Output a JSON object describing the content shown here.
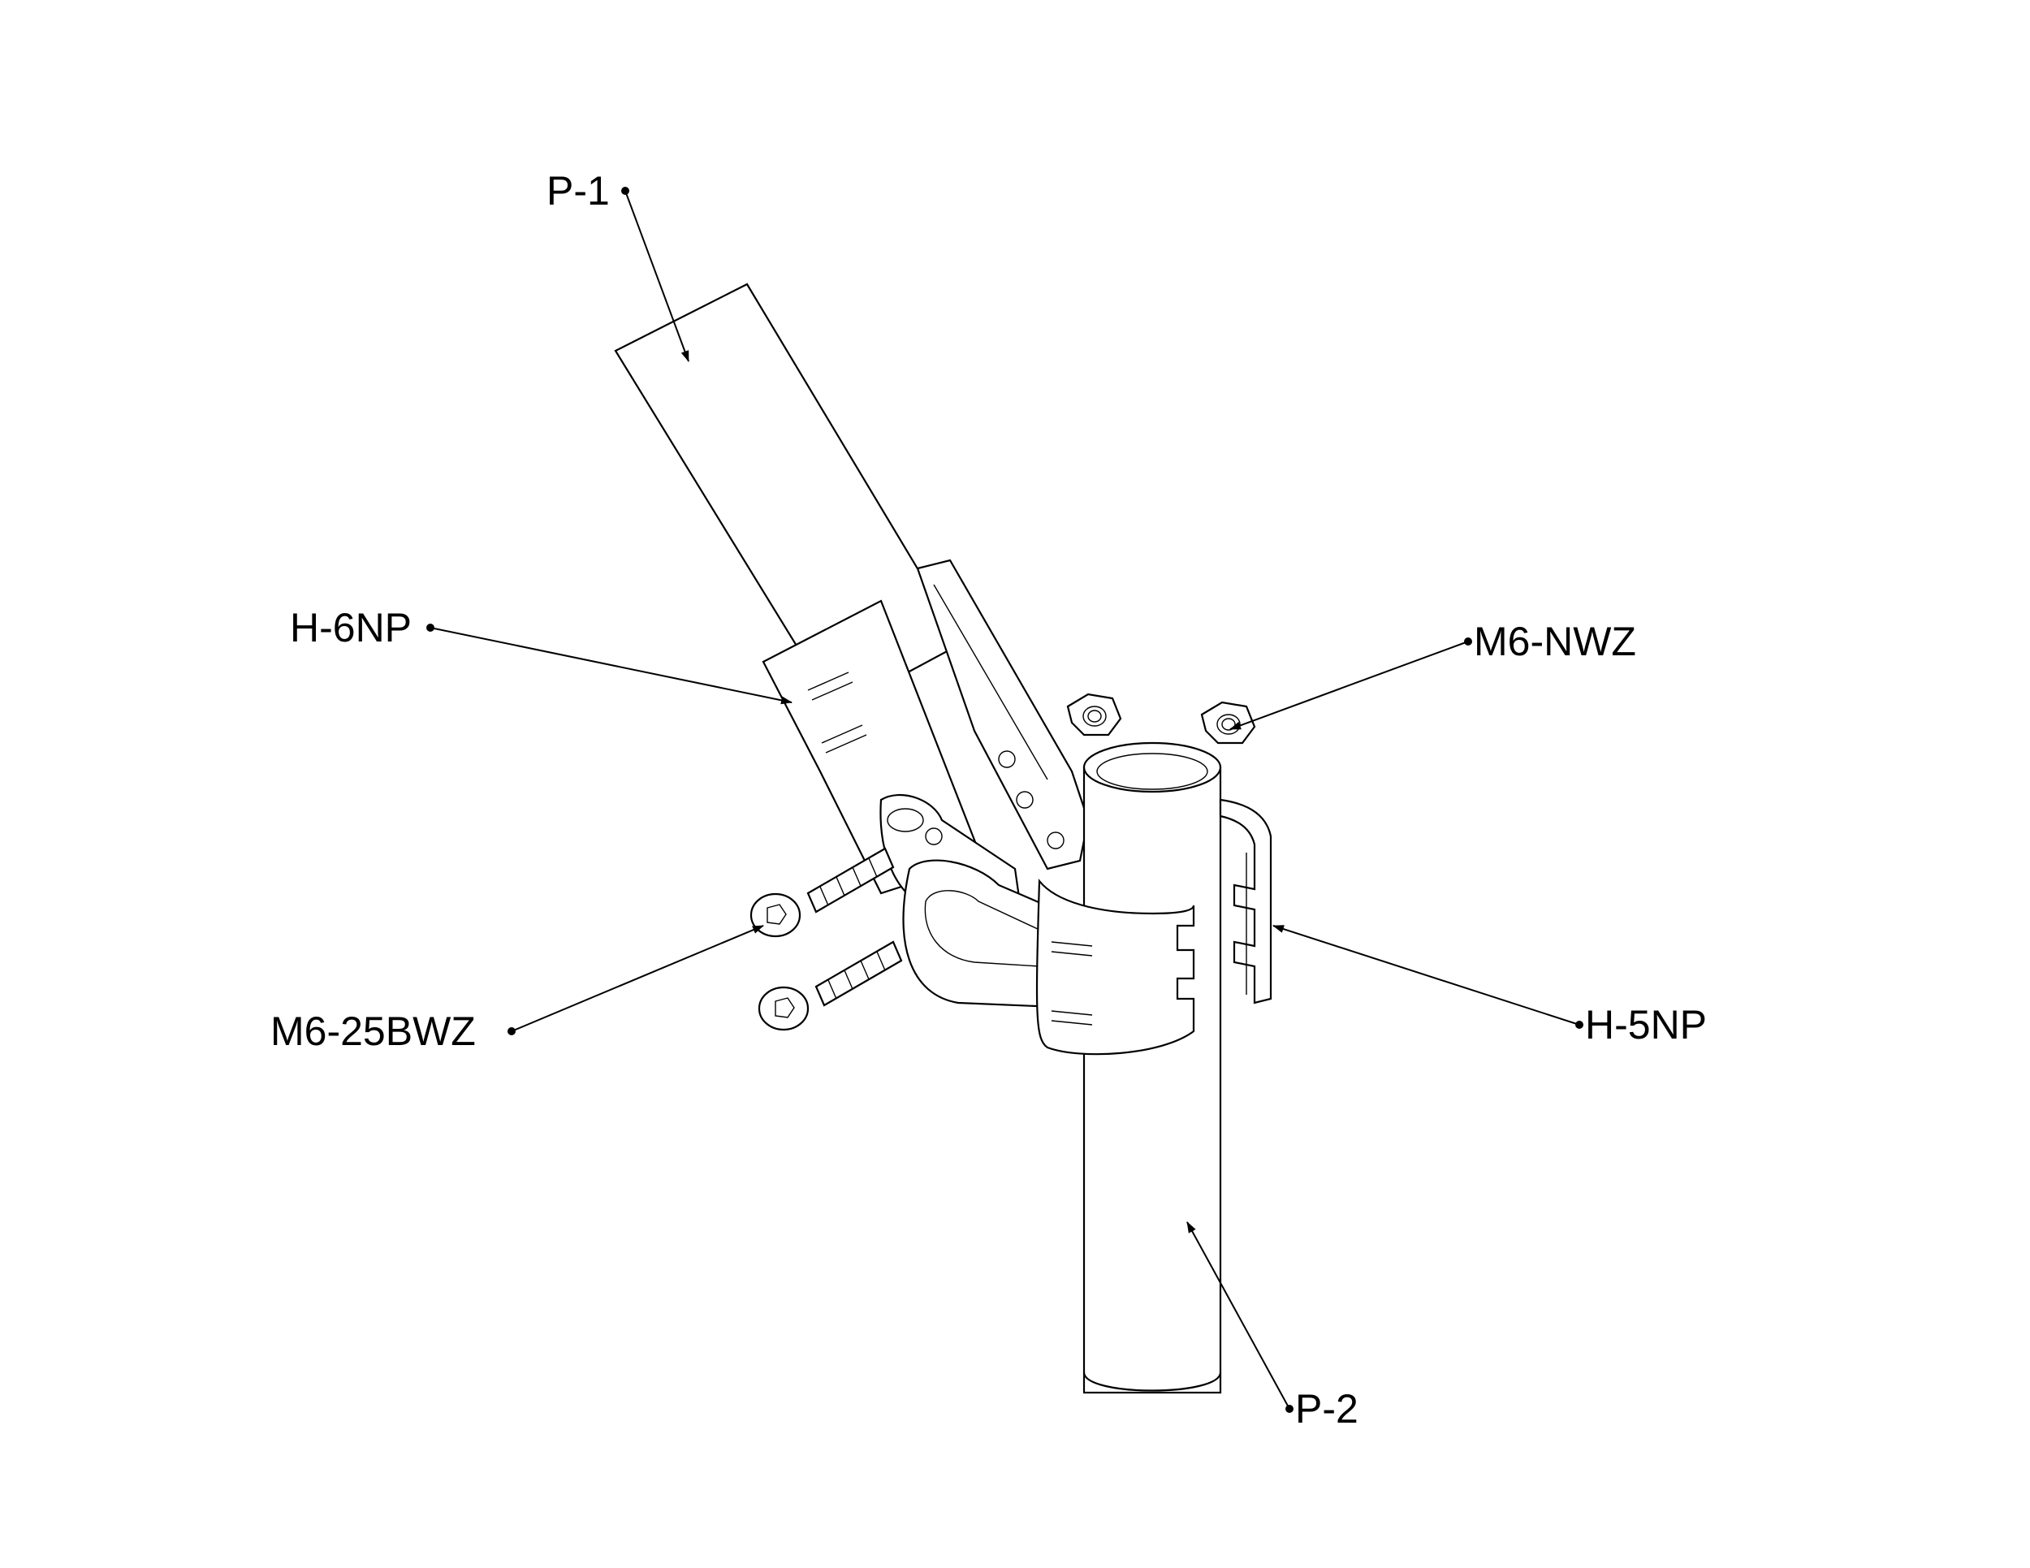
{
  "labels": {
    "p1": "P-1",
    "h6np": "H-6NP",
    "m6nwz": "M6-NWZ",
    "m6_25bwz": "M6-25BWZ",
    "h5np": "H-5NP",
    "p2": "P-2"
  },
  "colors": {
    "line": "#000000",
    "background": "#ffffff"
  }
}
